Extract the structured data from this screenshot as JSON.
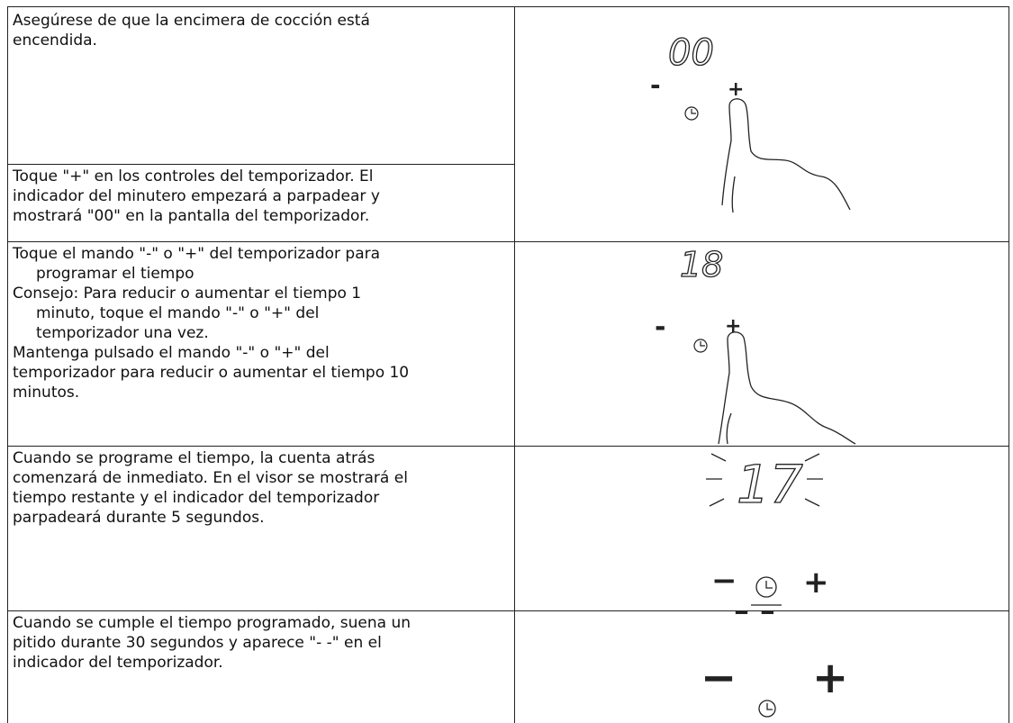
{
  "rows": [
    {
      "cells": [
        {
          "lines": [
            {
              "text": "Asegúrese de que la encimera de cocción está",
              "indent": false
            },
            {
              "text": "encendida.",
              "indent": false
            }
          ]
        },
        {
          "lines": [
            {
              "text": "Toque \"+\" en los controles del temporizador. El",
              "indent": false
            },
            {
              "text": "indicador del minutero empezará a parpadear y",
              "indent": false
            },
            {
              "text": "mostrará \"00\" en la pantalla del temporizador.",
              "indent": false
            }
          ]
        }
      ],
      "figure": {
        "display": "00",
        "minus": "-",
        "plus": "+",
        "icons": [
          "clock-icon",
          "hand-pointer-icon"
        ]
      }
    },
    {
      "lines": [
        {
          "text": "Toque el mando \"-\" o \"+\" del temporizador para",
          "indent": false
        },
        {
          "text": "programar el tiempo",
          "indent": true
        },
        {
          "text": "Consejo: Para reducir o aumentar el tiempo 1",
          "indent": false
        },
        {
          "text": "minuto, toque el mando \"-\" o \"+\" del",
          "indent": true
        },
        {
          "text": "temporizador una vez.",
          "indent": true
        },
        {
          "text": "Mantenga pulsado el mando \"-\" o \"+\" del",
          "indent": false
        },
        {
          "text": "temporizador para reducir o aumentar el tiempo 10",
          "indent": false
        },
        {
          "text": "minutos.",
          "indent": false
        }
      ],
      "figure": {
        "display": "18",
        "minus": "-",
        "plus": "+",
        "icons": [
          "clock-icon",
          "hand-pointer-icon"
        ]
      }
    },
    {
      "lines": [
        {
          "text": "Cuando se programe el tiempo, la cuenta atrás",
          "indent": false
        },
        {
          "text": "comenzará de inmediato. En el visor se mostrará el",
          "indent": false
        },
        {
          "text": "tiempo restante y el indicador del temporizador",
          "indent": false
        },
        {
          "text": "parpadeará durante 5 segundos.",
          "indent": false
        }
      ],
      "figure": {
        "display": "17",
        "minus": "−",
        "plus": "+",
        "icons": [
          "clock-icon"
        ]
      }
    },
    {
      "lines": [
        {
          "text": "Cuando se cumple el tiempo programado, suena un",
          "indent": false
        },
        {
          "text": "pitido durante 30 segundos y aparece \"- -\" en el",
          "indent": false
        },
        {
          "text": "indicador del temporizador.",
          "indent": false
        }
      ],
      "figure": {
        "display": "– –",
        "minus": "−",
        "plus": "+",
        "icons": [
          "clock-icon"
        ]
      }
    }
  ]
}
